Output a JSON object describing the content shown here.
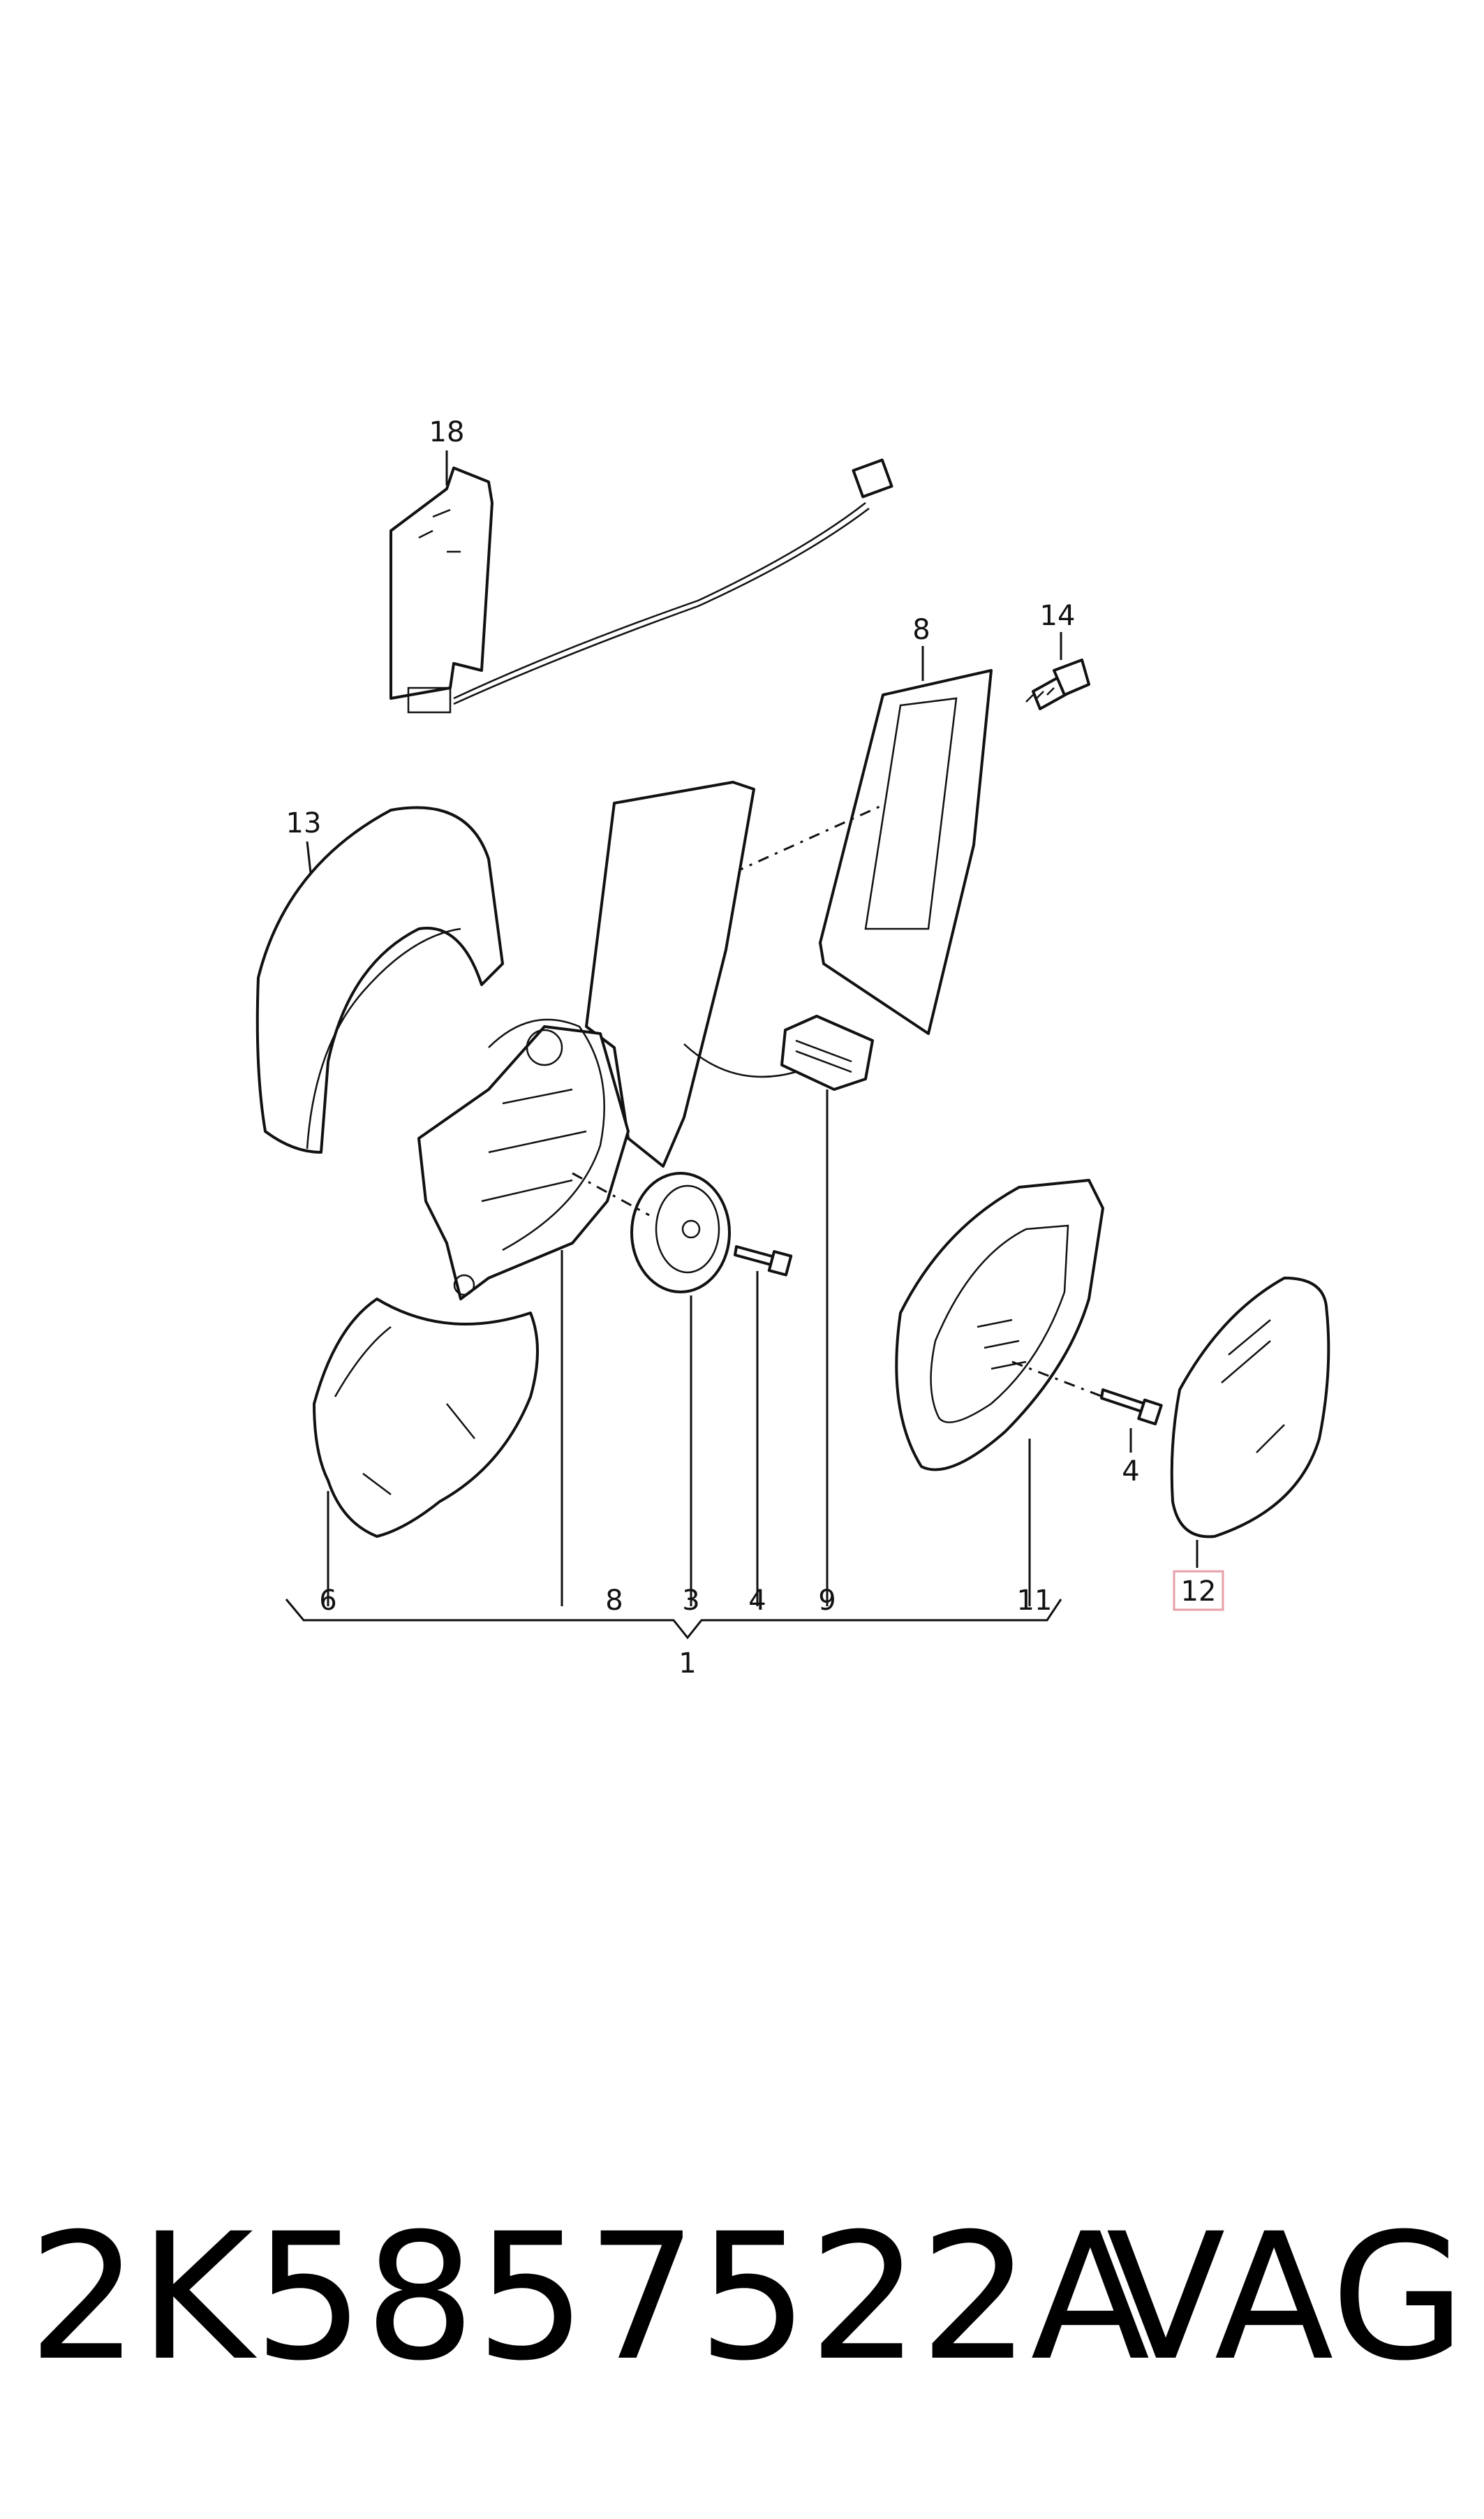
{
  "callouts": {
    "c18": "18",
    "c14": "14",
    "c8_top": "8",
    "c13": "13",
    "c6": "6",
    "c8_bottom": "8",
    "c3": "3",
    "c4_a": "4",
    "c9": "9",
    "c11": "11",
    "c4_b": "4",
    "c12": "12",
    "c1": "1"
  },
  "highlight_color": "#e8a0a8",
  "footer": {
    "part_number": "2K5857522A",
    "brand": "VAG"
  }
}
